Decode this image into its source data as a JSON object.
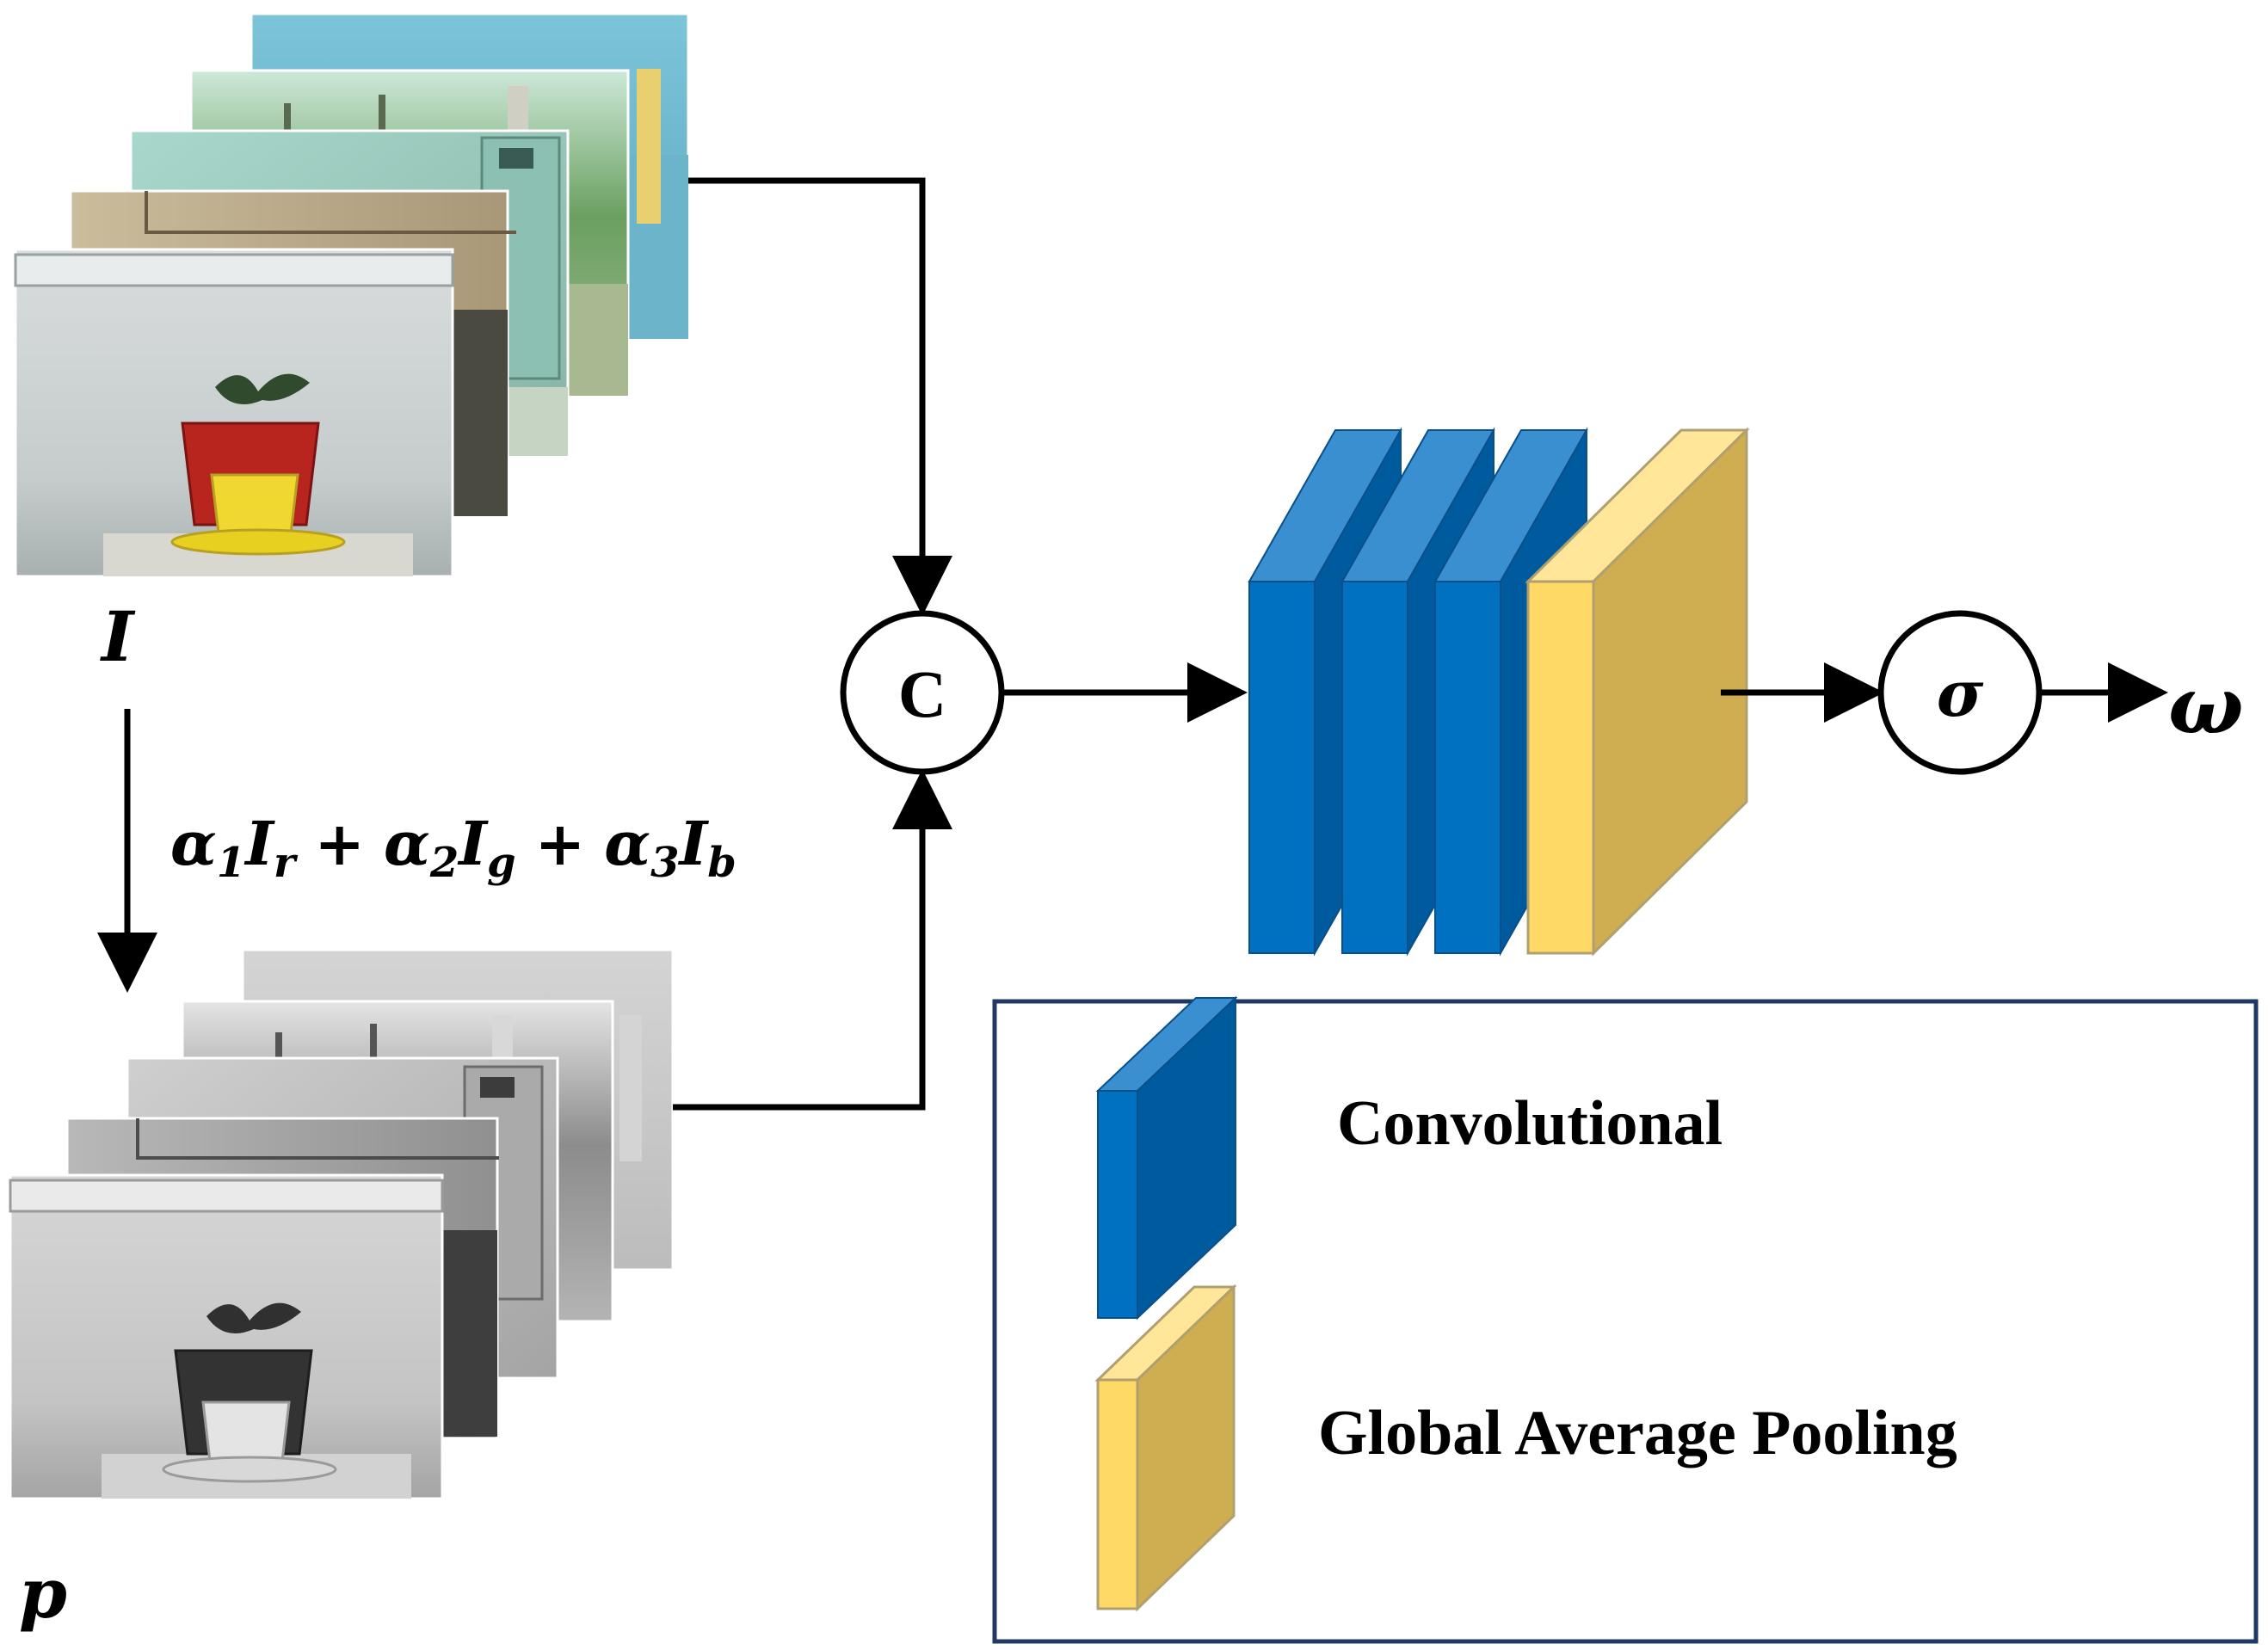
{
  "labels": {
    "input_symbol": "I",
    "gray_symbol": "p",
    "formula": {
      "a1": "α",
      "s1": "1",
      "I1": "I",
      "sub_r": "r",
      "plus1": "+",
      "a2": "α",
      "s2": "2",
      "I2": "I",
      "sub_g": "g",
      "plus2": "+",
      "a3": "α",
      "s3": "3",
      "I3": "I",
      "sub_b": "b"
    },
    "concat_op": "C",
    "sigmoid_op": "σ",
    "output_symbol": "ω"
  },
  "legend": {
    "conv_label": "Convolutional",
    "gap_label": "Global Average Pooling"
  },
  "colors": {
    "conv_front": "#0070C0",
    "conv_side": "#005A9E",
    "conv_top": "#3A8FD0",
    "gap_front": "#FFD966",
    "gap_side": "#CFAE52",
    "gap_top": "#FFE699",
    "legend_border": "#1F3864",
    "line": "#000000"
  }
}
